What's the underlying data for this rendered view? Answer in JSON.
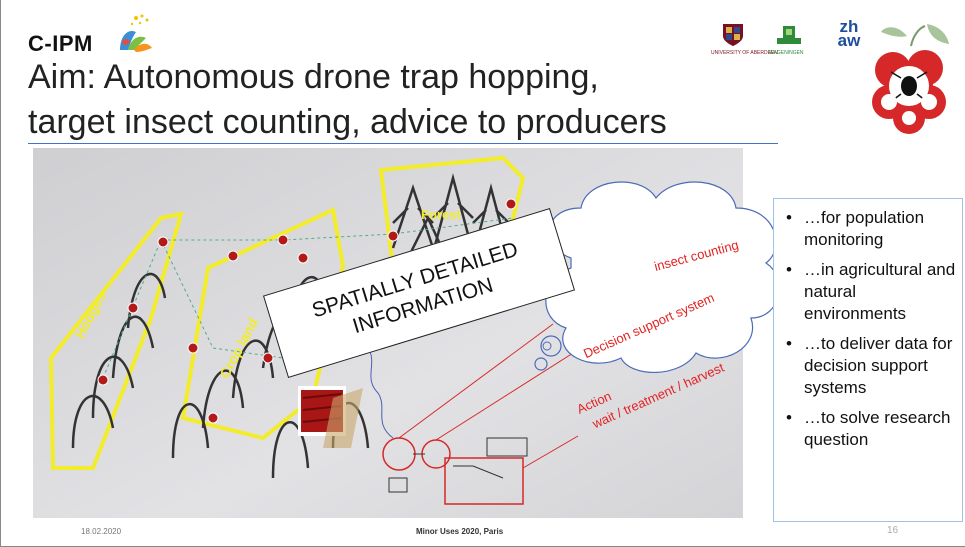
{
  "logo": {
    "text": "C-IPM"
  },
  "title": {
    "line1": "Aim: Autonomous drone trap hopping,",
    "line2": "target insect counting, advice to producers"
  },
  "universities": [
    {
      "name": "UNIVERSITY OF ABERDEEN",
      "color": "#7a1020"
    },
    {
      "name": "WAGENINGEN",
      "color": "#2e8b3a"
    },
    {
      "name": "zh aw",
      "color": "#1f4e9c"
    }
  ],
  "photo": {
    "labels": {
      "hedges": "Hedges",
      "crop_land": "Crop land",
      "forest": "Forest"
    }
  },
  "banner": {
    "line1": "SPATIALLY DETAILED",
    "line2": "INFORMATION"
  },
  "annotations": {
    "insect_counting": "insect counting",
    "decision_support": "Decision support system",
    "action": "Action",
    "action_detail": "wait / treatment / harvest"
  },
  "bullets": [
    "…for population monitoring",
    "…in agricultural and natural environments",
    "…to deliver data for decision support systems",
    "…to solve research question"
  ],
  "footer": {
    "date": "18.02.2020",
    "center": "Minor Uses 2020, Paris",
    "page": "16"
  },
  "colors": {
    "accent_line": "#4472c4",
    "highlight": "#f2ec2a",
    "red": "#e32222"
  }
}
